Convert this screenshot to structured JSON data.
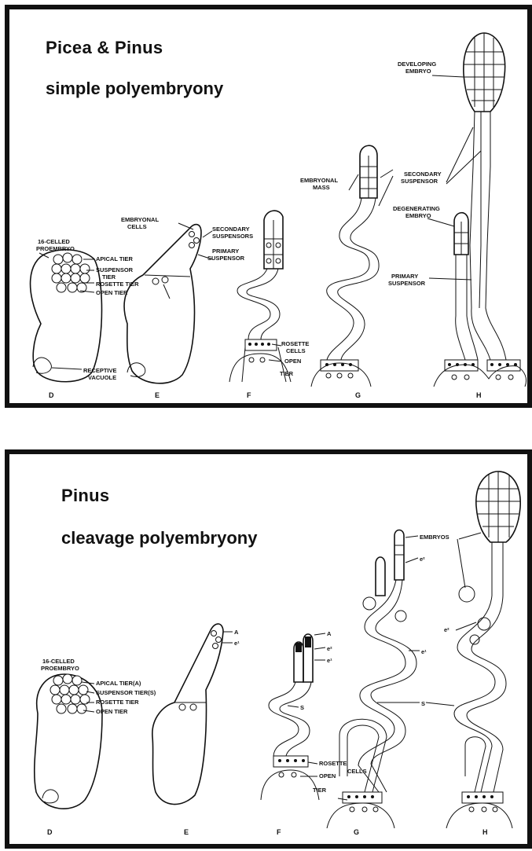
{
  "panel1": {
    "title": "Picea & Pinus",
    "subtitle": "simple polyembryony",
    "labels": {
      "proembryo": [
        "16-CELLED",
        "PROEMBRYO"
      ],
      "apical": "APICAL TIER",
      "suspensor": [
        "SUSPENSOR",
        "TIER"
      ],
      "rosette": "ROSETTE TIER",
      "open": "OPEN TIER",
      "receptive": [
        "RECEPTIVE",
        "VACUOLE"
      ],
      "embryonal_cells": [
        "EMBRYONAL",
        "CELLS"
      ],
      "secondary_suspensors": [
        "SECONDARY",
        "SUSPENSORS"
      ],
      "primary_suspensor": [
        "PRIMARY",
        "SUSPENSOR"
      ],
      "rosette_cells": [
        "ROSETTE",
        "CELLS"
      ],
      "open_tier": [
        "OPEN",
        "TIER"
      ],
      "embryonal_mass": [
        "EMBRYONAL",
        "MASS"
      ],
      "developing_embryo": [
        "DEVELOPING",
        "EMBRYO"
      ],
      "secondary_suspensor": [
        "SECONDARY",
        "SUSPENSOR"
      ],
      "degenerating_embryo": [
        "DEGENERATING",
        "EMBRYO"
      ],
      "primary_suspensor_h": [
        "PRIMARY",
        "SUSPENSOR"
      ]
    },
    "stages": [
      "D",
      "E",
      "F",
      "G",
      "H"
    ]
  },
  "panel2": {
    "title": "Pinus",
    "subtitle": "cleavage polyembryony",
    "labels": {
      "proembryo": [
        "16-CELLED",
        "PROEMBRYO"
      ],
      "apical": "APICAL TIER(A)",
      "suspensor": "SUSPENSOR TIER(S)",
      "rosette": "ROSETTE TIER",
      "open": "OPEN TIER",
      "a": "A",
      "e1": "e¹",
      "e2": "e²",
      "s": "S",
      "rosette_cells": [
        "ROSETTE",
        "CELLS"
      ],
      "open_tier": [
        "OPEN",
        "TIER"
      ],
      "embryos": "EMBRYOS"
    },
    "stages": [
      "D",
      "E",
      "F",
      "G",
      "H"
    ]
  }
}
